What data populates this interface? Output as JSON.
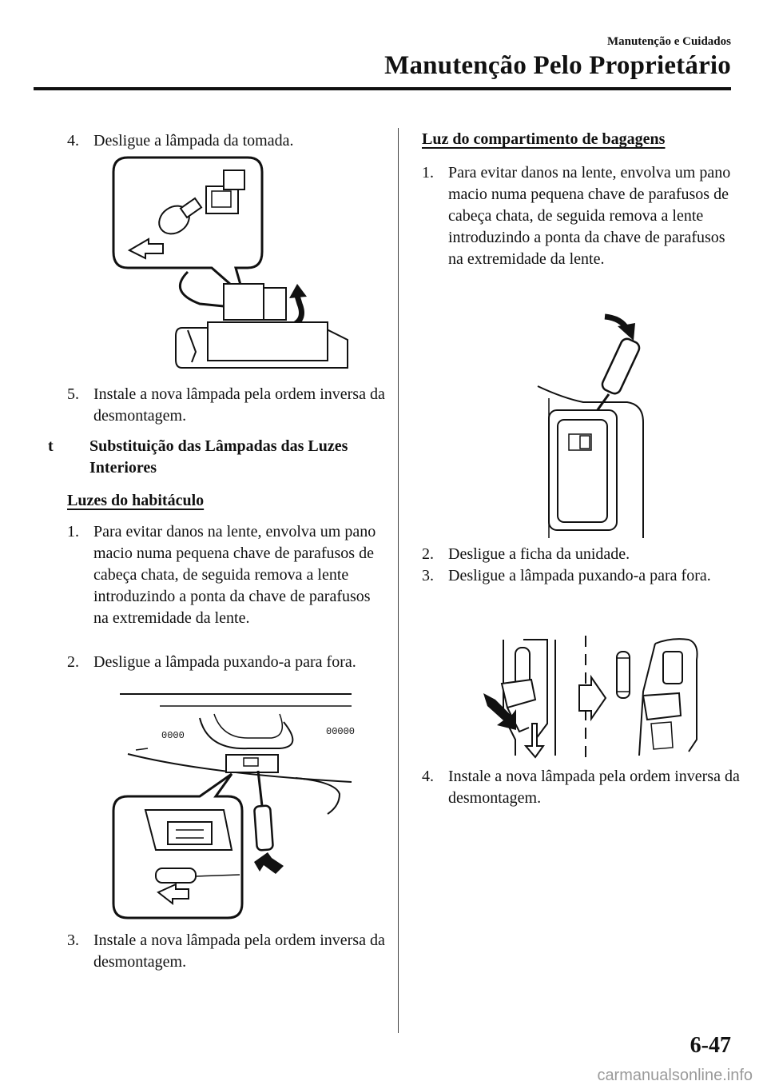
{
  "header": {
    "section": "Manutenção e Cuidados",
    "title": "Manutenção Pelo Proprietário"
  },
  "left": {
    "step4": {
      "num": "4.",
      "text": "Desligue a lâmpada da tomada."
    },
    "step5": {
      "num": "5.",
      "text": "Instale a nova lâmpada pela ordem inversa da desmontagem."
    },
    "section_marker": "t",
    "section_heading": "Substituição das Lâmpadas das Luzes Interiores",
    "subheading": "Luzes do habitáculo",
    "steps": [
      {
        "num": "1.",
        "text": "Para evitar danos na lente, envolva um pano macio numa pequena chave de parafusos de cabeça chata, de seguida remova a lente introduzindo a ponta da chave de parafusos na extremidade da lente."
      },
      {
        "num": "2.",
        "text": "Desligue a lâmpada puxando-a para fora."
      },
      {
        "num": "3.",
        "text": "Instale a nova lâmpada pela ordem inversa da desmontagem."
      }
    ]
  },
  "right": {
    "subheading": "Luz do compartimento de bagagens",
    "steps": [
      {
        "num": "1.",
        "text": "Para evitar danos na lente, envolva um pano macio numa pequena chave de parafusos de cabeça chata, de seguida remova a lente introduzindo a ponta da chave de parafusos na extremidade da lente."
      },
      {
        "num": "2.",
        "text": "Desligue a ficha da unidade."
      },
      {
        "num": "3.",
        "text": "Desligue a lâmpada puxando-a para fora."
      },
      {
        "num": "4.",
        "text": "Instale a nova lâmpada pela ordem inversa da desmontagem."
      }
    ]
  },
  "illustrations": {
    "overhead_light_codes": [
      "0000",
      "00000"
    ]
  },
  "footer": {
    "page_number": "6-47",
    "watermark": "carmanualsonline.info"
  }
}
